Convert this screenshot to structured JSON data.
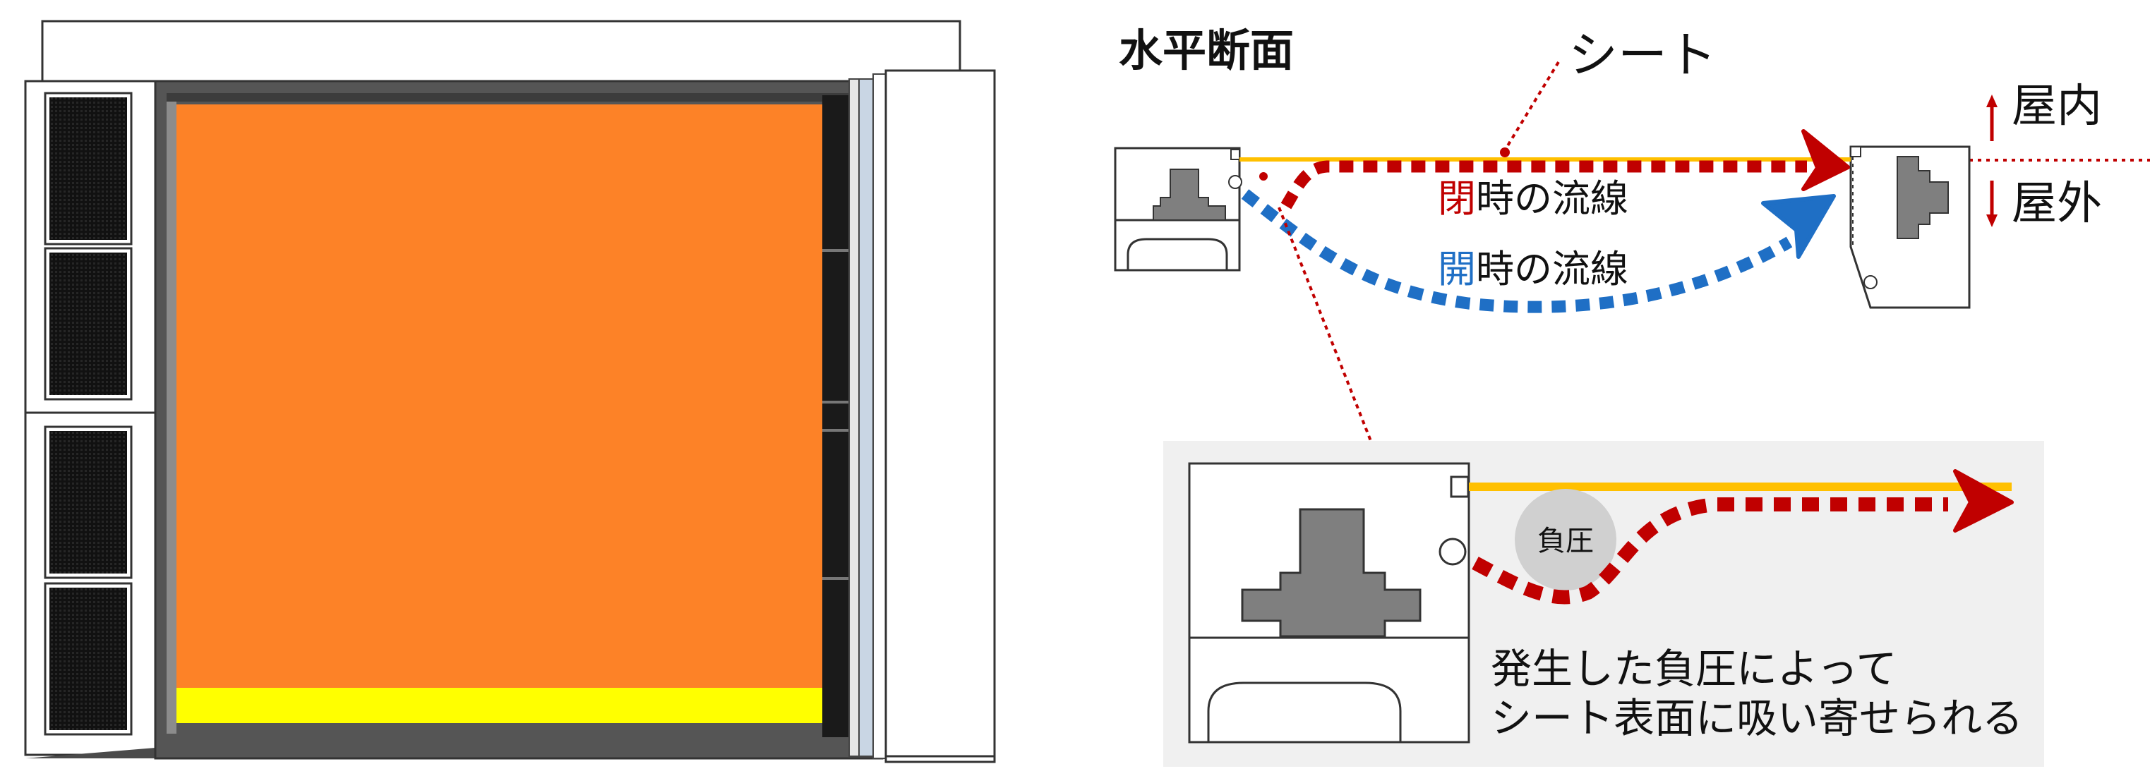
{
  "title": "水平断面",
  "sheet_label": "シート",
  "indoor_label": "屋内",
  "outdoor_label": "屋外",
  "closed_flow": {
    "kanji": "閉",
    "rest": "時の流線"
  },
  "open_flow": {
    "kanji": "開",
    "rest": "時の流線"
  },
  "negative_pressure": "負圧",
  "detail_text_line1": "発生した負圧によって",
  "detail_text_line2": "シート表面に吸い寄せられる",
  "colors": {
    "sheet_orange": "#fd8227",
    "bottom_bar_yellow": "#ffff00",
    "closed_flow_red": "#c00000",
    "open_flow_blue": "#1f6fc5",
    "sheet_line_gold": "#ffc000",
    "frame_gray": "#555555",
    "mechanism_gray": "#7f7f7f",
    "detail_panel_bg": "#f0f0f0",
    "pressure_circle": "#d0d0d0"
  },
  "icons": [
    "up-arrow-icon",
    "down-arrow-icon",
    "red-flow-arrowhead-icon",
    "blue-flow-arrowhead-icon"
  ]
}
